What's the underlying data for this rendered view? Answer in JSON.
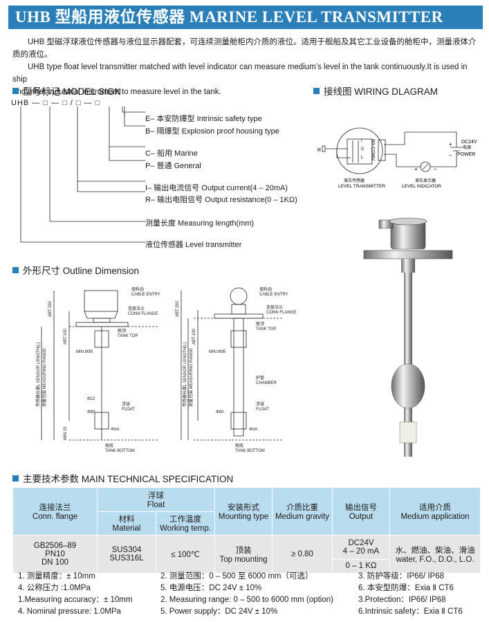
{
  "title": "UHB 型船用液位传感器 MARINE LEVEL TRANSMITTER",
  "intro": {
    "cn": "UHB 型磁浮球液位传感器与液位显示器配套，可连续测量舱柜内介质的液位。适用于舰船及其它工业设备的舱柜中，测量液体介质的液位。",
    "en1": "UHB type float level transmitter matched with level indicator can measure medium’s level in the tank continuously.It is used in ship",
    "en2": "and other industrial instrument to measure level in the tank."
  },
  "model_sign": {
    "heading": "型号标记 MODEL SIGN",
    "code": "UHB — □ — □ / □ — □",
    "items": [
      "E– 本安防爆型   Intrinsic safety type",
      "B– 隔爆型   Explosion proof housing type",
      "C– 船用   Marine",
      "P– 普通   General",
      "I– 输出电流信号   Output current(4 – 20mA)",
      "R– 输出电阻信号   Output resistance(0 – 1KΩ)",
      "测量长度 Measuring length(mm)",
      "液位传感器   Level transmitter"
    ]
  },
  "wiring": {
    "heading": "接线图  WIRING DLAGRAM",
    "r_label": "R",
    "conv_label": "R/I CONV.",
    "terminals": [
      "I",
      "C",
      "L"
    ],
    "supply": "DC24V",
    "supply_cn": "电源",
    "power": "POWER",
    "transmitter_cn": "液位传感器",
    "transmitter": "LEVEL TRANSMITTER",
    "indicator_cn": "液位显示器",
    "indicator": "LEVEL INDICATOR",
    "plus": "+",
    "minus": "–"
  },
  "outline": {
    "heading": "外形尺寸 Outline Dimension",
    "labels": {
      "cable_cn": "填料函",
      "cable": "CABLE ENTRY",
      "flange_cn": "连接法兰",
      "flange": "CONN FLANGE",
      "tanktop_cn": "舱顶",
      "tanktop": "TANK TOP",
      "float_cn": "浮球",
      "float": "FLOAT",
      "tankbottom_cn": "舱底",
      "tankbottom": "TANK BOTTOM",
      "chamber_cn": "护管",
      "chamber": "CHAMBER",
      "min95": "MIN.Φ95",
      "d22": "Φ22",
      "d80": "Φ80",
      "ma4": "4mA",
      "abt150": "ABT.150",
      "abt100": "ABT.100",
      "range_v": "测量范围 MEASURING RANGE",
      "length_v": "传感器长度L SENSOR LENGTH(L)",
      "min15": "MIN.15"
    }
  },
  "spec": {
    "heading": "主要技术参数  MAIN TECHNICAL SPECIFICATION",
    "h_flange_cn": "连接法兰",
    "h_flange": "Conn. flange",
    "h_float_cn": "浮球",
    "h_float": "Float",
    "h_material_cn": "材料",
    "h_material": "Material",
    "h_temp_cn": "工作温度",
    "h_temp": "Working temp.",
    "h_mount_cn": "安装形式",
    "h_mount": "Mounting type",
    "h_gravity_cn": "介质比重",
    "h_gravity": "Medium gravity",
    "h_output_cn": "输出信号",
    "h_output": "Output",
    "h_medium_cn": "适用介质",
    "h_medium": "Medium application",
    "flange": [
      "GB2506–89",
      "PN10",
      "DN 100"
    ],
    "material": [
      "SUS304",
      "SUS316L"
    ],
    "temp": "≤ 100℃",
    "mount_cn": "顶装",
    "mount": "Top mounting",
    "gravity": "≥ 0.80",
    "output1a": "DC24V",
    "output1b": "4 – 20 mA",
    "output2": "0 – 1 KΩ",
    "medium_cn": "水、燃油、柴油、滑油",
    "medium": "water, F.O., D.O., L.O."
  },
  "notes": [
    [
      "1. 测量精度：± 10mm",
      "2. 测量范围：0 – 500 至 6000 mm（可选）",
      "3. 防护等级：IP66/ IP68"
    ],
    [
      "4. 公称压力 :1.0MPa",
      "5. 电源电压：DC 24V ± 10%",
      "6. 本安型防爆：Exia Ⅱ CT6"
    ],
    [
      "1.Measuring accuracy：± 10mm",
      "2. Measuring range: 0 – 500 to 6000 mm (option)",
      "3.Protection：IP66/ IP68"
    ],
    [
      "4. Nominal pressure: 1.0MPa",
      "5. Power supply：DC 24V ± 10%",
      "6.Intrinsic safety：Exia Ⅱ CT6"
    ]
  ]
}
